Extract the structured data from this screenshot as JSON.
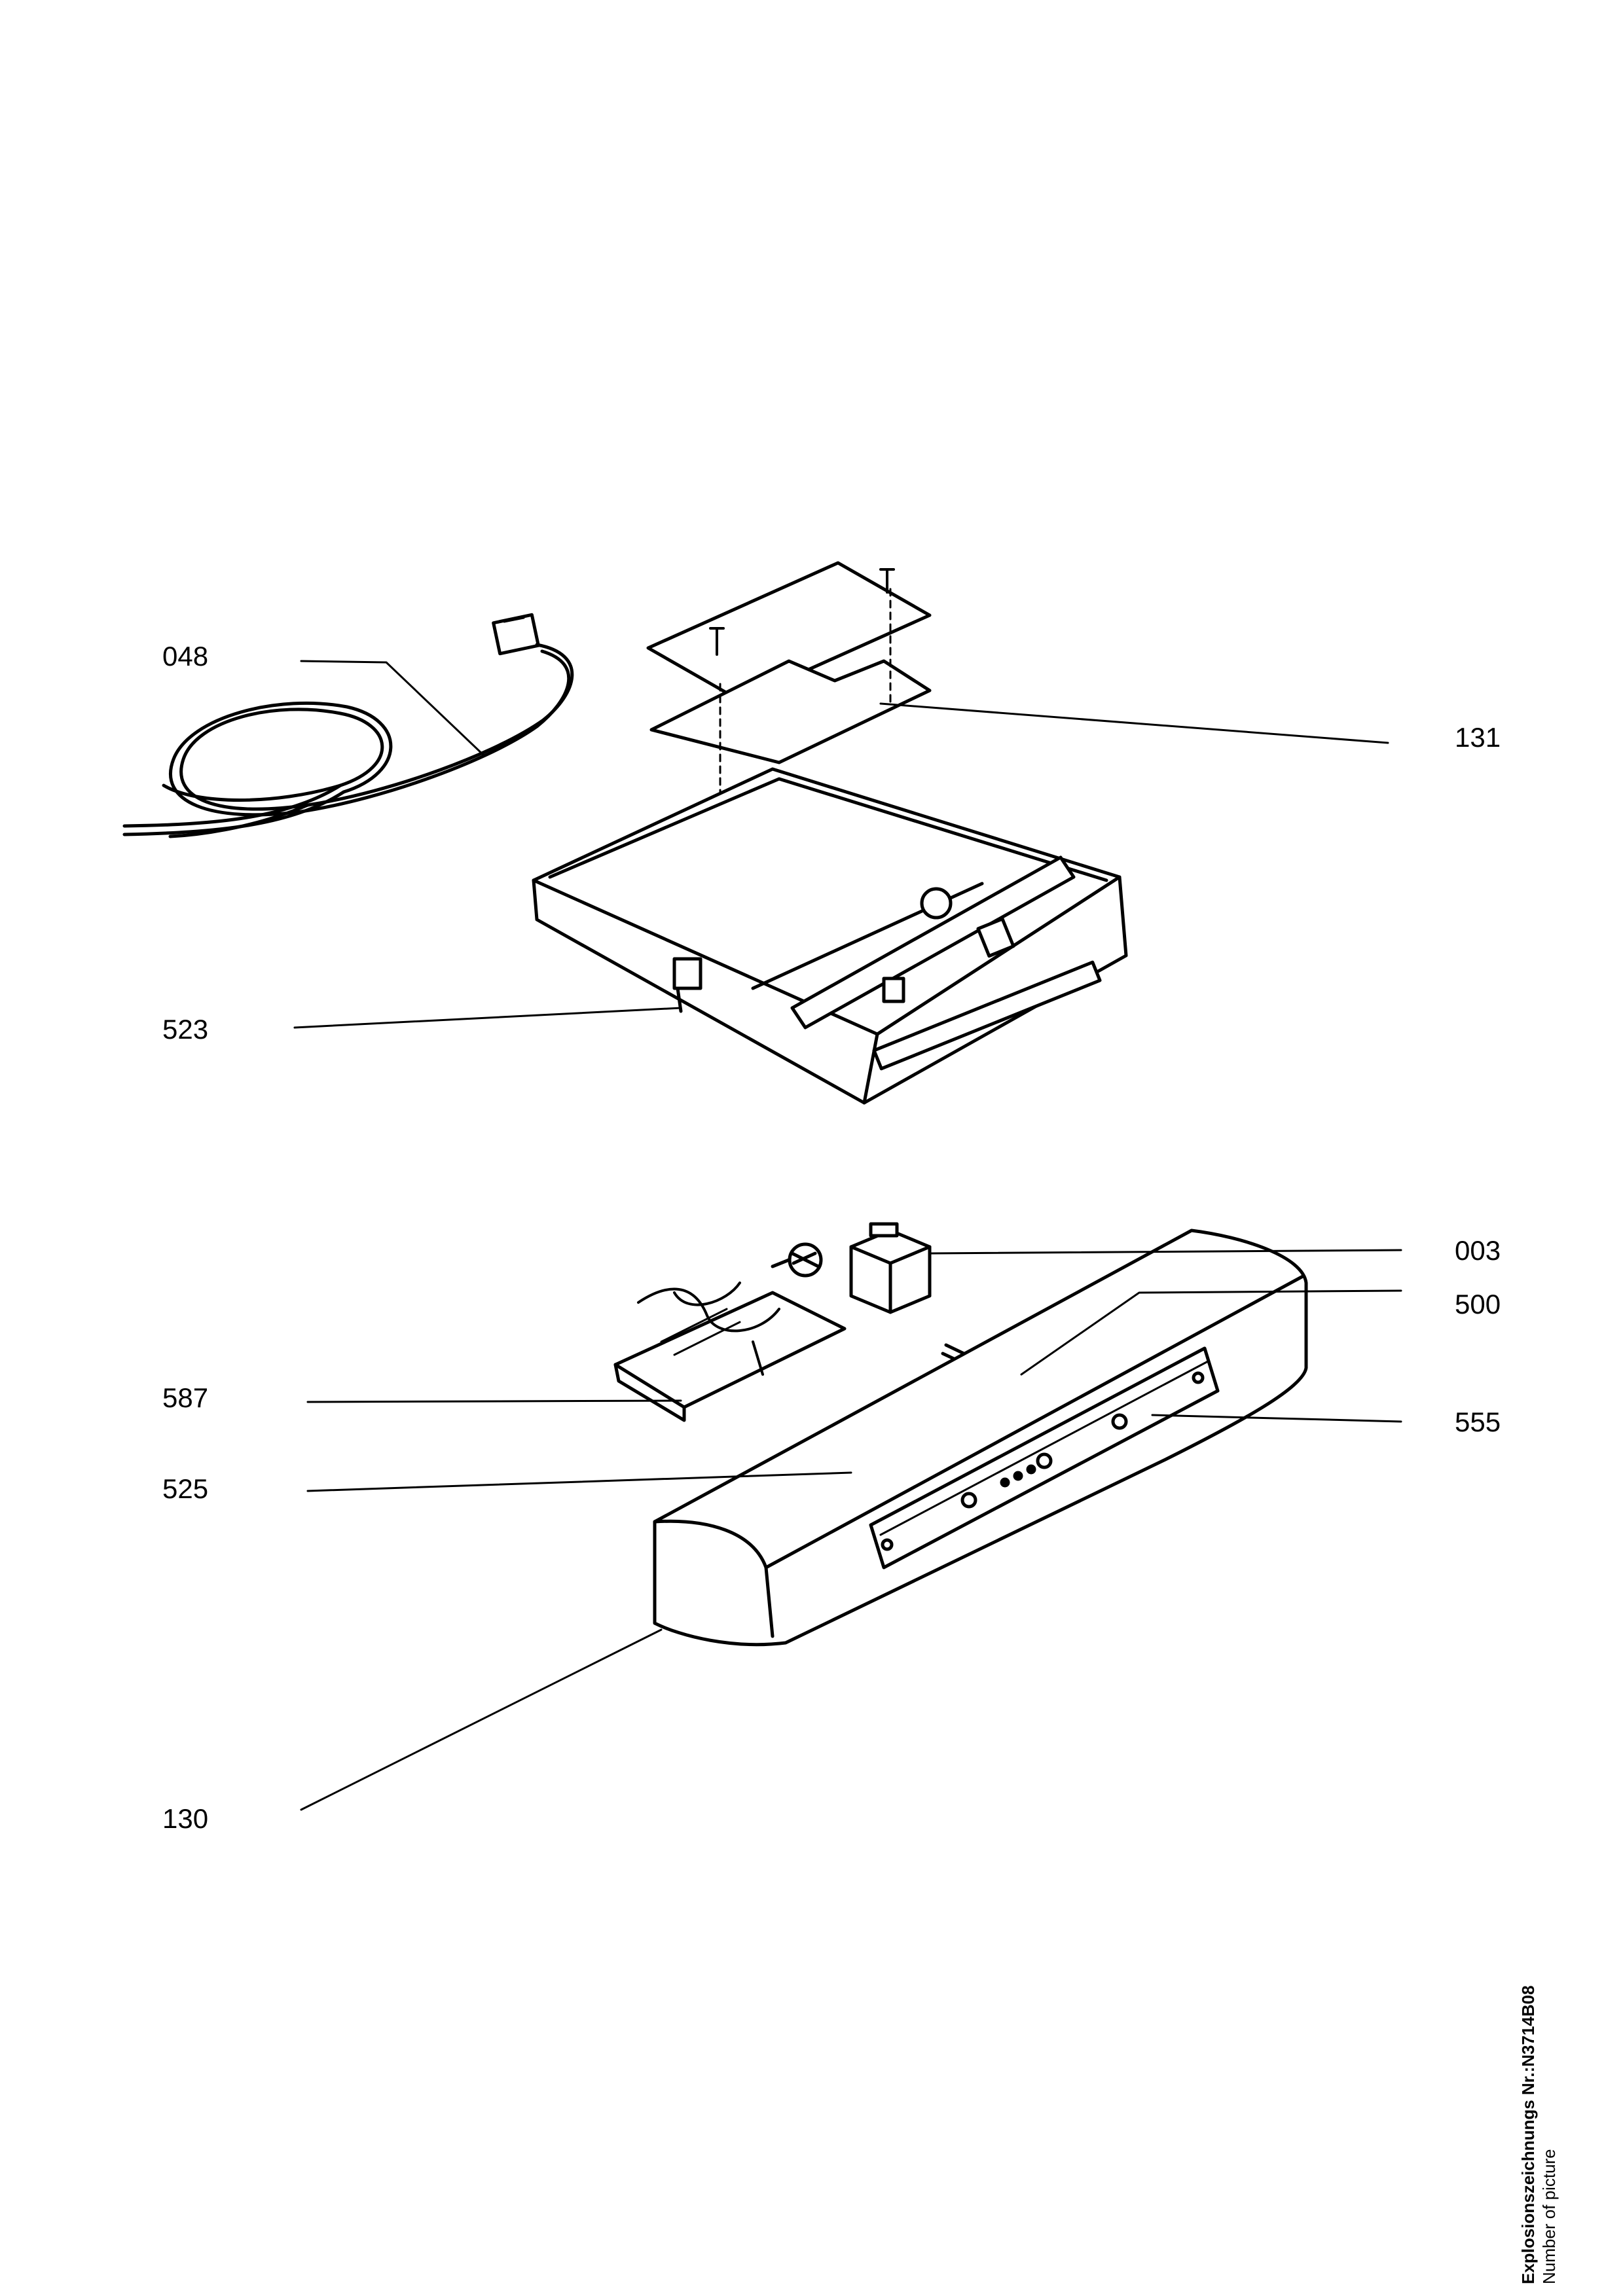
{
  "callouts": {
    "c048": "048",
    "c131": "131",
    "c523": "523",
    "c003": "003",
    "c500": "500",
    "c587": "587",
    "c555": "555",
    "c525": "525",
    "c130": "130"
  },
  "caption": {
    "title_prefix": "Explosionszeichnungs Nr.:",
    "drawing_number": "N3714B08",
    "subtitle": "Number of picture"
  }
}
